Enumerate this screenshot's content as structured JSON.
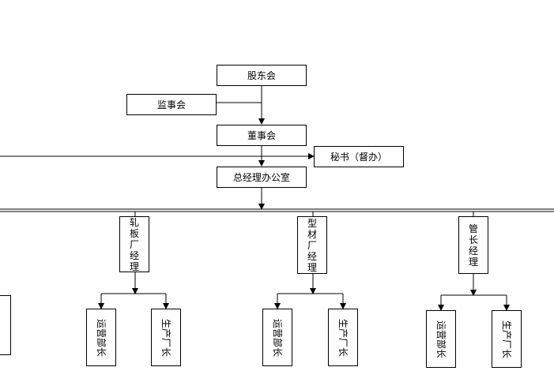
{
  "org": {
    "shareholders": "股东会",
    "supervisors": "监事会",
    "board": "董事会",
    "secretary": "秘书（督办）",
    "gm_office": "总经理办公室",
    "divisions": [
      {
        "manager": "轧板厂经理",
        "units": [
          {
            "label": "运营部长"
          },
          {
            "label": "生产厂长"
          }
        ]
      },
      {
        "manager": "型材厂经理",
        "units": [
          {
            "label": "运营部长"
          },
          {
            "label": "生产厂长"
          }
        ]
      },
      {
        "manager": "管长经理",
        "units": [
          {
            "label": "运营部长"
          },
          {
            "label": "生产厂长"
          }
        ]
      }
    ]
  }
}
